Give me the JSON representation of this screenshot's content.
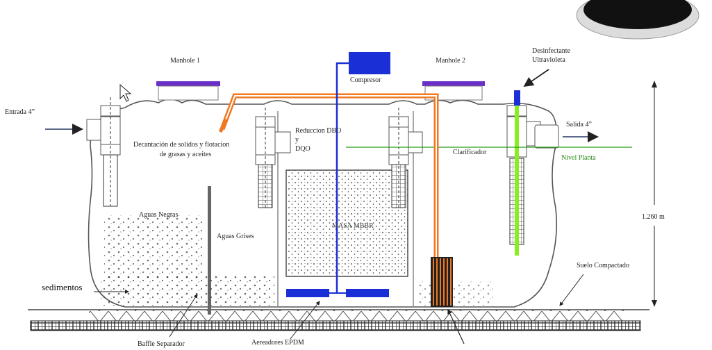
{
  "labels": {
    "manhole1": "Manhole 1",
    "manhole2": "Manhole 2",
    "compressor": "Compresor",
    "disinfectant_line1": "Desinfectante",
    "disinfectant_line2": "Ultravioleta",
    "inlet": "Entrada 4”",
    "outlet": "Salida 4”",
    "decant_line1": "Decantación de  solidos y flotacion",
    "decant_line2": "de grasas y aceites",
    "cod_line1": "Reduccion DBO",
    "cod_line2": "y",
    "cod_line3": "DQO",
    "clarifier": "Clarificador",
    "plant_level": "Nivel Planta",
    "black_water": "Aguas Negras",
    "grey_water": "Aguas Grises",
    "mbbr": "MASA MBBR",
    "height": "1.260 m",
    "compacted_soil": "Suelo Compactado",
    "sediments": "sedimentos",
    "baffle": "Baffle Separador",
    "aerators": "Aereadores EPDM"
  },
  "colors": {
    "manhole_lid": "#6a2fc8",
    "air_line": "#1a2fd6",
    "sludge_line": "#f07820",
    "uv_lamp": "#88ee22",
    "level_line": "#2a9a1a",
    "tank_outline": "#555555"
  }
}
